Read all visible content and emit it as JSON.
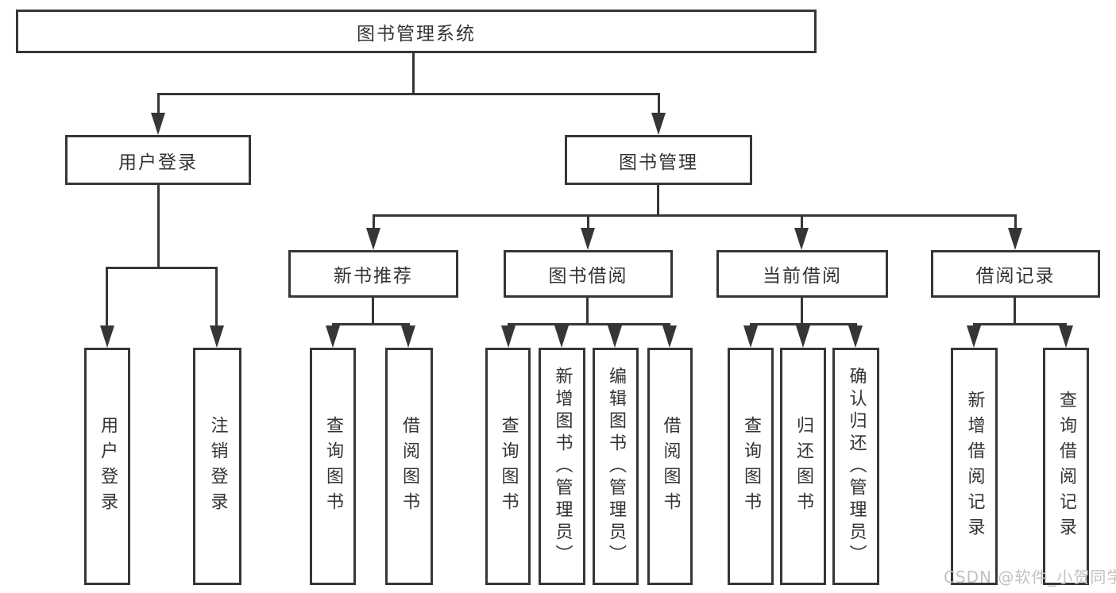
{
  "diagram": {
    "type": "hierarchy-tree",
    "root": {
      "label": "图书管理系统"
    },
    "level2": [
      {
        "label": "用户登录"
      },
      {
        "label": "图书管理"
      }
    ],
    "level3": [
      {
        "label": "新书推荐"
      },
      {
        "label": "图书借阅"
      },
      {
        "label": "当前借阅"
      },
      {
        "label": "借阅记录"
      }
    ],
    "leaves": {
      "user_login": [
        "用户登录",
        "注销登录"
      ],
      "new_book_rec": [
        "查询图书",
        "借阅图书"
      ],
      "book_borrow": [
        "查询图书",
        "新增图书（管理员）",
        "编辑图书（管理员）",
        "借阅图书"
      ],
      "current_borrow": [
        "查询图书",
        "归还图书",
        "确认归还（管理员）"
      ],
      "borrow_records": [
        "新增借阅记录",
        "查询借阅记录"
      ]
    },
    "watermark": "CSDN @软件_小贺同学",
    "colors": {
      "line": "#363636",
      "box_border": "#363636",
      "text": "#333333",
      "background": "#ffffff",
      "watermark": "#c2c2c2"
    }
  }
}
